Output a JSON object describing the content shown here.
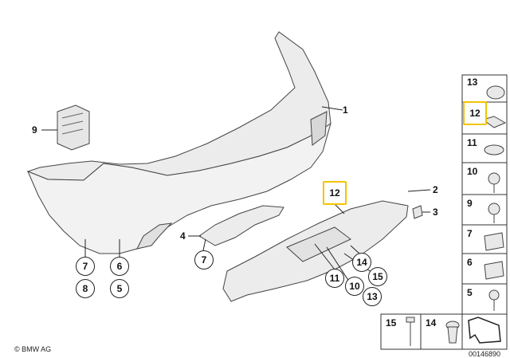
{
  "callouts": {
    "c1": "1",
    "c2": "2",
    "c3": "3",
    "c4": "4",
    "c9": "9",
    "c7a": "7",
    "c6": "6",
    "c8": "8",
    "c5": "5",
    "c7b": "7",
    "c12": "12",
    "c14": "14",
    "c11": "11",
    "c15": "15",
    "c10": "10",
    "c13": "13"
  },
  "side_panel": [
    "13",
    "12",
    "11",
    "10",
    "9",
    "7",
    "6",
    "5"
  ],
  "bottom_panel": {
    "left": "15",
    "right": "14"
  },
  "footer": {
    "copyright": "© BMW AG",
    "diagram_id": "00146890"
  },
  "colors": {
    "highlight": "#f2c400",
    "line": "#222222",
    "part_fill": "#ececec"
  }
}
